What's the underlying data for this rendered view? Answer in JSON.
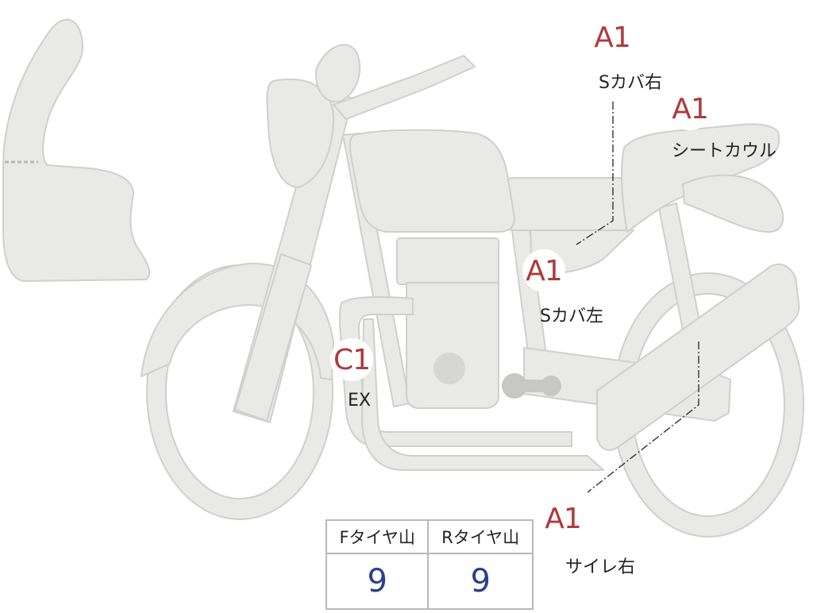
{
  "colors": {
    "part_fill": "#e9e9e8",
    "part_stroke": "#cfcfce",
    "grade_text": "#b03a3a",
    "tire_value": "#2b3f8f",
    "table_border": "#b8b8c0"
  },
  "annotations": {
    "seat_cover_right": {
      "grade": "A1",
      "label": "Sカバ右"
    },
    "seat_cowl": {
      "grade": "A1",
      "label": "シートカウル"
    },
    "seat_cover_left": {
      "grade": "A1",
      "label": "Sカバ左"
    },
    "exhaust": {
      "grade": "C1",
      "label": "EX"
    },
    "silencer_right": {
      "grade": "A1",
      "label": "サイレ右"
    }
  },
  "tire_table": {
    "front_header": "Fタイヤ山",
    "rear_header": "Rタイヤ山",
    "front_value": "9",
    "rear_value": "9"
  }
}
